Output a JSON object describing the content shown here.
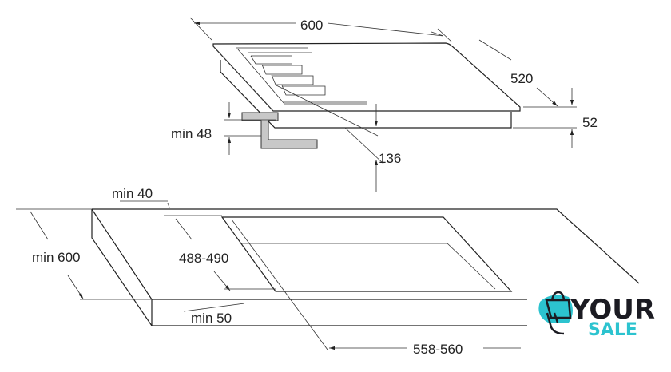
{
  "dimensions": {
    "width_top": "600",
    "depth_top": "520",
    "height_top": "52",
    "min_clearance": "min 48",
    "depth_under": "136",
    "min_back": "min 40",
    "cutout_depth": "488-490",
    "min_counter_depth": "min 600",
    "min_front": "min 50",
    "cutout_width": "558-560"
  },
  "logo": {
    "word1": "YOUR",
    "word2": "SALE",
    "accent": "#2cc3cf",
    "dark": "#1b1b22"
  }
}
